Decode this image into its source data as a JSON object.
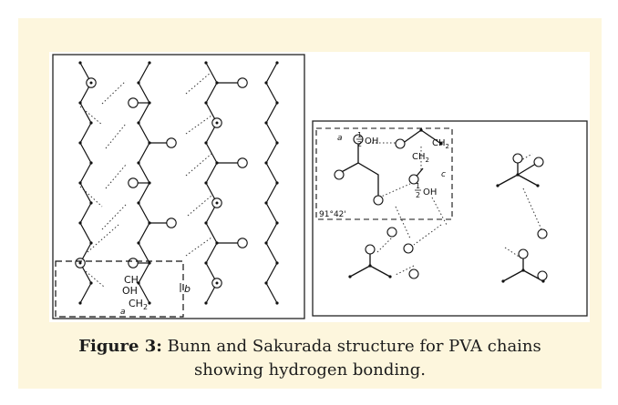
{
  "figure": {
    "caption_label": "Figure 3:",
    "caption_line1": " Bunn and Sakurada structure for PVA chains",
    "caption_line2": "showing hydrogen bonding."
  },
  "left_panel": {
    "labels": {
      "oh": "OH",
      "ch": "CH",
      "ch2": "CH",
      "ch2_sub": "2",
      "axis_b": "b",
      "axis_a": "a"
    }
  },
  "right_panel": {
    "labels": {
      "axis_a": "a",
      "half1": "1",
      "half2": "2",
      "oh_top": "OH",
      "ch2_top": "CH",
      "ch2_top_sub": "2",
      "ch2_mid": "CH",
      "ch2_mid_sub": "2",
      "axis_c": "c",
      "oh_bottom": "OH",
      "angle": "91°42'"
    }
  }
}
